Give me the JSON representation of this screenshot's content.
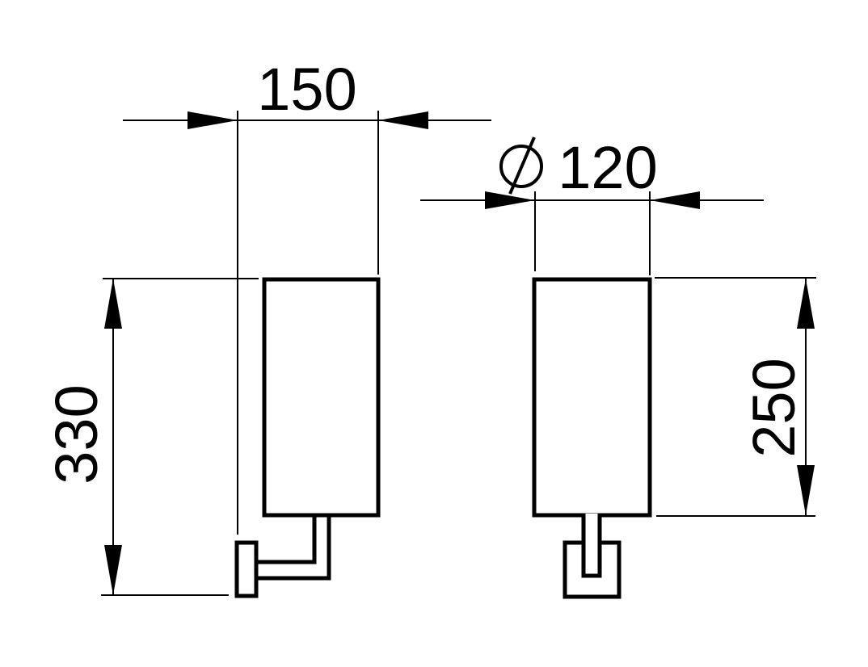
{
  "drawing": {
    "kind": "technical-dimension-drawing",
    "background_color": "#ffffff",
    "line_color": "#000000",
    "views": [
      {
        "id": "side-view",
        "parts": [
          "shade",
          "mounting-arm",
          "wall-plate"
        ]
      },
      {
        "id": "front-view",
        "parts": [
          "shade",
          "stem",
          "wall-plate"
        ]
      }
    ]
  },
  "dimensions": {
    "depth": "150",
    "total_height": "330",
    "diameter": "120",
    "diameter_symbol": "Ø",
    "shade_height": "250"
  }
}
